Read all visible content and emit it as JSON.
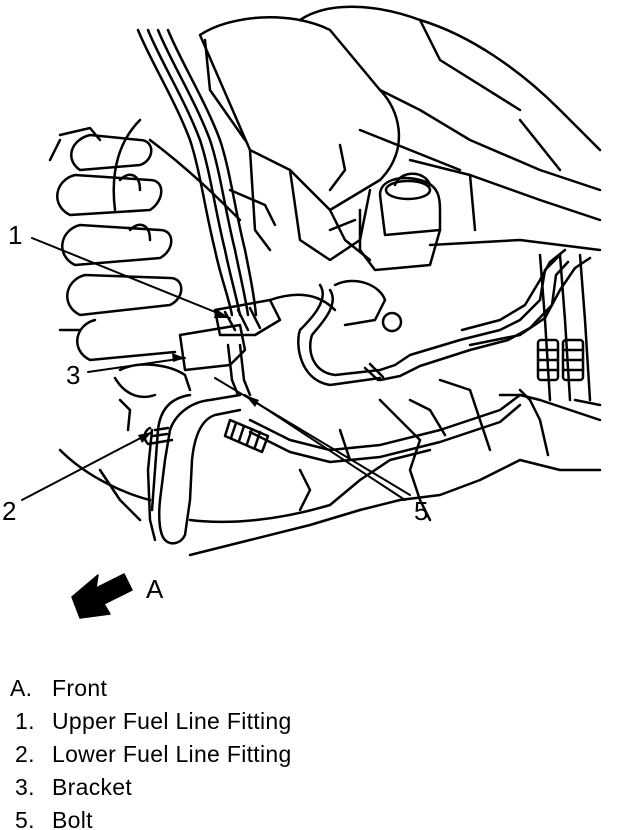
{
  "diagram": {
    "callouts": {
      "c1": "1",
      "c2": "2",
      "c3": "3",
      "c5": "5",
      "cA": "A"
    }
  },
  "legend": {
    "items": [
      {
        "key": "A.",
        "text": "Front"
      },
      {
        "key": "1.",
        "text": "Upper Fuel Line Fitting"
      },
      {
        "key": "2.",
        "text": "Lower Fuel Line Fitting"
      },
      {
        "key": "3.",
        "text": "Bracket"
      },
      {
        "key": "5.",
        "text": "Bolt"
      }
    ]
  },
  "colors": {
    "ink": "#000000",
    "paper": "#ffffff"
  }
}
